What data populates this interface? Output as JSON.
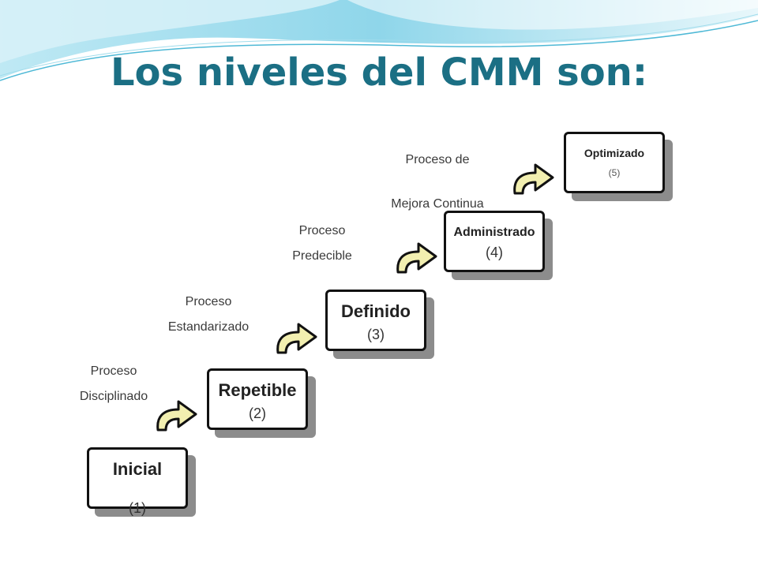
{
  "slide": {
    "title": "Los niveles del CMM son:"
  },
  "levels": [
    {
      "name": "Inicial",
      "number": "(1)"
    },
    {
      "name": "Repetible",
      "number": "(2)"
    },
    {
      "name": "Definido",
      "number": "(3)"
    },
    {
      "name": "Administrado",
      "number": "(4)"
    },
    {
      "name": "Optimizado",
      "number": "(5)"
    }
  ],
  "processes": [
    {
      "line1": "Proceso",
      "line2": "Disciplinado"
    },
    {
      "line1": "Proceso",
      "line2": "Estandarizado"
    },
    {
      "line1": "Proceso",
      "line2": "Predecible"
    },
    {
      "line1": "Proceso de",
      "line2": "Mejora Continua"
    }
  ],
  "colors": {
    "title": "#1b6f84",
    "arrow_fill": "#f2efb0",
    "box_shadow": "#8c8c8c",
    "swoosh": "#7fd0e6"
  },
  "icons": {
    "arrow": "curved-arrow-right-icon"
  }
}
